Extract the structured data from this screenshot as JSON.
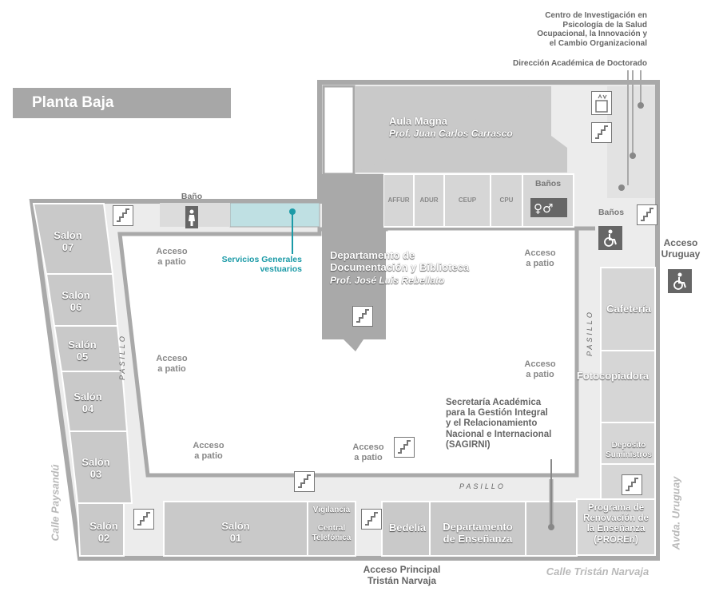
{
  "title": "Planta Baja",
  "rooms": {
    "salon_07": "Salón\n07",
    "salon_06": "Salón\n06",
    "salon_05": "Salón\n05",
    "salon_04": "Salón\n04",
    "salon_03": "Salón\n03",
    "salon_02": "Salón\n02",
    "salon_01": "Salón\n01",
    "aula_magna": "Aula Magna",
    "aula_magna_sub": "Prof. Juan Carlos Carrasco",
    "affur": "AFFUR",
    "adur": "ADUR",
    "ceup": "CEUP",
    "cpu": "CPU",
    "banos_top": "Baños",
    "banos_right": "Baños",
    "bano_left": "Baño",
    "biblioteca": "Departamento de\nDocumentación y Biblioteca",
    "biblioteca_sub": "Prof. José Luis Rebellato",
    "cafeteria": "Cafetería",
    "fotocopiadora": "Fotocopiadora",
    "deposito": "Depósito\nSuministros",
    "proren": "Programa de\nRenovación de\nla Enseñanza\n(PROREn)",
    "ensenanza": "Departamento\nde Enseñanza",
    "bedelia": "Bedelía",
    "vigilancia": "Vigilancia",
    "central": "Central\nTelefónica",
    "sagirni": "Secretaría Académica\npara la Gestión Integral\ny el Relacionamiento\nNacional e Internacional\n(SAGIRNI)",
    "servicios": "Servicios Generales\nvestuarios"
  },
  "accesses": {
    "patio1": "Acceso\na patio",
    "patio2": "Acceso\na patio",
    "patio3": "Acceso\na patio",
    "patio4": "Acceso\na patio",
    "patio5": "Acceso\na patio",
    "patio6": "Acceso\na patio",
    "uruguay": "Acceso\nUruguay",
    "principal": "Acceso Principal\nTristán Narvaja"
  },
  "corridors": {
    "pasillo_left": "PASILLO",
    "pasillo_right": "PASILLO",
    "pasillo_bottom": "PASILLO"
  },
  "streets": {
    "paysandu": "Calle Paysandú",
    "uruguay": "Avda. Uruguay",
    "tristan": "Calle Tristán Narvaja"
  },
  "top_notes": {
    "centro": "Centro de Investigación en\nPsicología de la Salud\nOcupacional, la Innovación y\nel Cambio Organizacional",
    "doctorado": "Dirección Académica de Doctorado"
  },
  "colors": {
    "wall": "#a9a9a9",
    "room": "#c9c9c9",
    "room_dark": "#b9b9b9",
    "corridor": "#ececec",
    "highlight": "#1b9aa7",
    "highlight_fill": "#bfe0e3"
  },
  "icons": [
    "stairs-icon",
    "elevator-icon",
    "wheelchair-icon",
    "restroom-icon"
  ]
}
